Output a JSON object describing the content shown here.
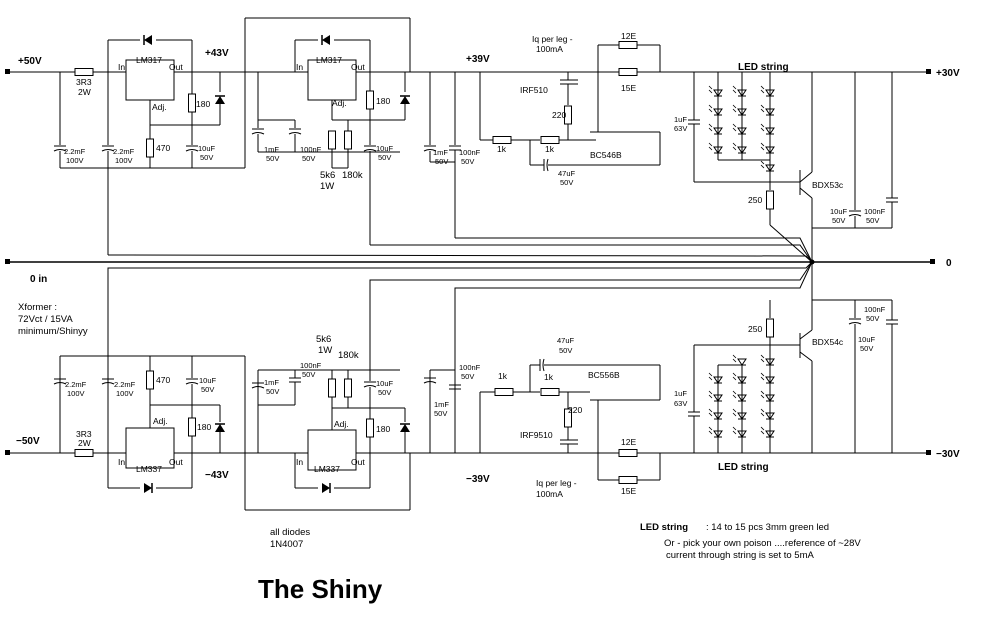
{
  "rails": {
    "p50": "+50V",
    "n50": "−50V",
    "zero_in": "0 in",
    "zero": "0",
    "p43": "+43V",
    "n43": "−43V",
    "p39": "+39V",
    "n39": "−39V",
    "p30": "+30V",
    "n30": "−30V"
  },
  "regulators": {
    "pos1": "LM317",
    "pos2": "LM317",
    "neg1": "LM337",
    "neg2": "LM337",
    "pin_in": "In",
    "pin_out": "Out",
    "pin_adj": "Adj."
  },
  "parts": {
    "r3r3": "3R3",
    "w2": "2W",
    "c2m2": "2.2mF",
    "v100": "100V",
    "r470": "470",
    "r180": "180",
    "c10u": "10uF",
    "v50": "50V",
    "c1m": "1mF",
    "c100n": "100nF",
    "r5k6": "5k6",
    "w1": "1W",
    "r180k": "180k",
    "r1k": "1k",
    "r220": "220",
    "r12e": "12E",
    "r15e": "15E",
    "c47u": "47uF",
    "c1u": "1uF",
    "v63": "63V",
    "r250": "250",
    "irf510": "IRF510",
    "irf9510": "IRF9510",
    "bc546": "BC546B",
    "bc556": "BC556B",
    "bdx53": "BDX53c",
    "bdx54": "BDX54c"
  },
  "notes": {
    "iq_line1": "Iq per leg -",
    "iq_line2": "100mA",
    "led_string": "LED string",
    "xformer_1": "Xformer :",
    "xformer_2": "72Vct / 15VA",
    "xformer_3": "minimum/Shinyy",
    "diodes_1": "all diodes",
    "diodes_2": "1N4007",
    "led_note_label": "LED string",
    "led_note_1": ": 14 to 15 pcs 3mm green led",
    "led_note_2": "Or - pick your own poison ....reference of ~28V",
    "led_note_3": "current through string is set to 5mA"
  },
  "title": "The Shiny"
}
